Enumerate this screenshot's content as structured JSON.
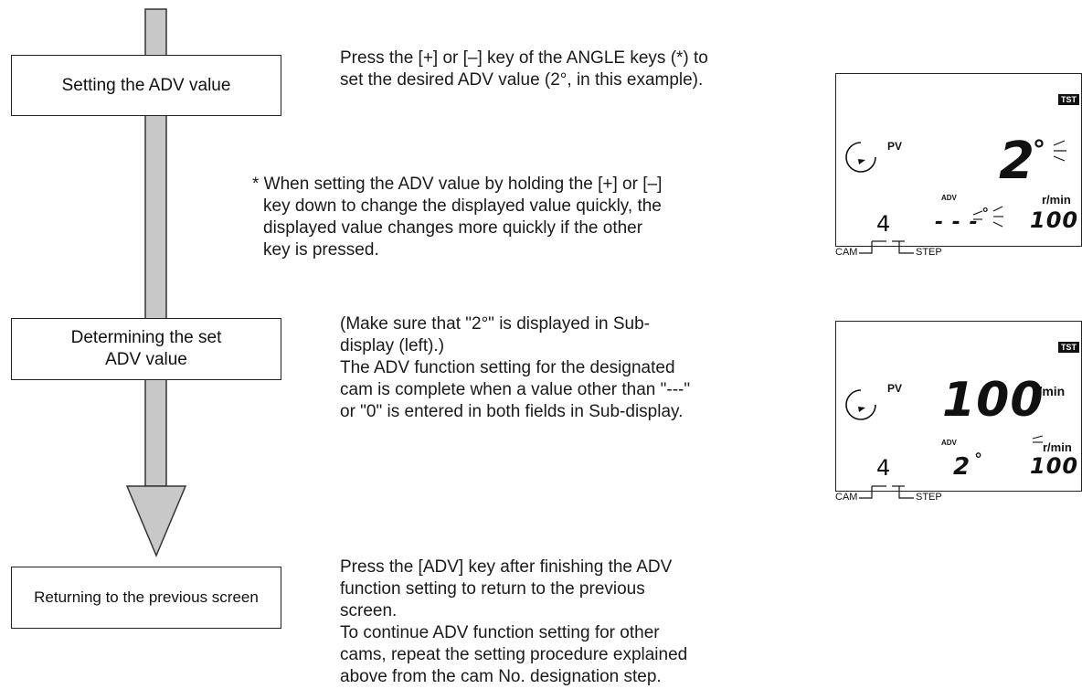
{
  "steps": [
    {
      "label": "Setting the ADV value",
      "lines": [
        "Press the [+] or [–] key of the ANGLE keys (*) to",
        "set the desired ADV value (2°, in this example)."
      ]
    },
    {
      "label_lines": [
        "Determining the set",
        "ADV value"
      ],
      "lines": [
        "(Make sure that \"2°\" is displayed in Sub-",
        "display (left).)",
        "The ADV function setting for the designated",
        "cam is complete when a value other than \"---\"",
        "or \"0\" is entered in both fields in Sub-display."
      ]
    },
    {
      "label": "Returning to the previous screen",
      "lines": [
        "Press the [ADV] key after finishing the ADV",
        "function setting to return to the previous",
        "screen.",
        "To continue ADV function setting for other",
        "cams, repeat the setting procedure explained",
        "above from the cam No. designation step."
      ]
    }
  ],
  "note": {
    "lines": [
      "* When setting the ADV value by holding the [+] or [–]",
      "key down to change the displayed value quickly, the",
      "displayed value changes more quickly if the other",
      "key is pressed."
    ]
  },
  "display1": {
    "tst": "TST",
    "pv": "PV",
    "main": "2",
    "main_unit": "°",
    "adv": "ADV",
    "cam": "4",
    "sub_left": "- - -",
    "sub_left_unit": "°",
    "rpm": "r/min",
    "sub_right": "100",
    "cam_label": "CAM",
    "step_label": "STEP"
  },
  "display2": {
    "tst": "TST",
    "pv": "PV",
    "main": "100",
    "main_unit": "r/min",
    "adv": "ADV",
    "cam": "4",
    "sub_left": "2",
    "sub_left_unit": "°",
    "rpm": "r/min",
    "sub_right": "100",
    "cam_label": "CAM",
    "step_label": "STEP"
  }
}
